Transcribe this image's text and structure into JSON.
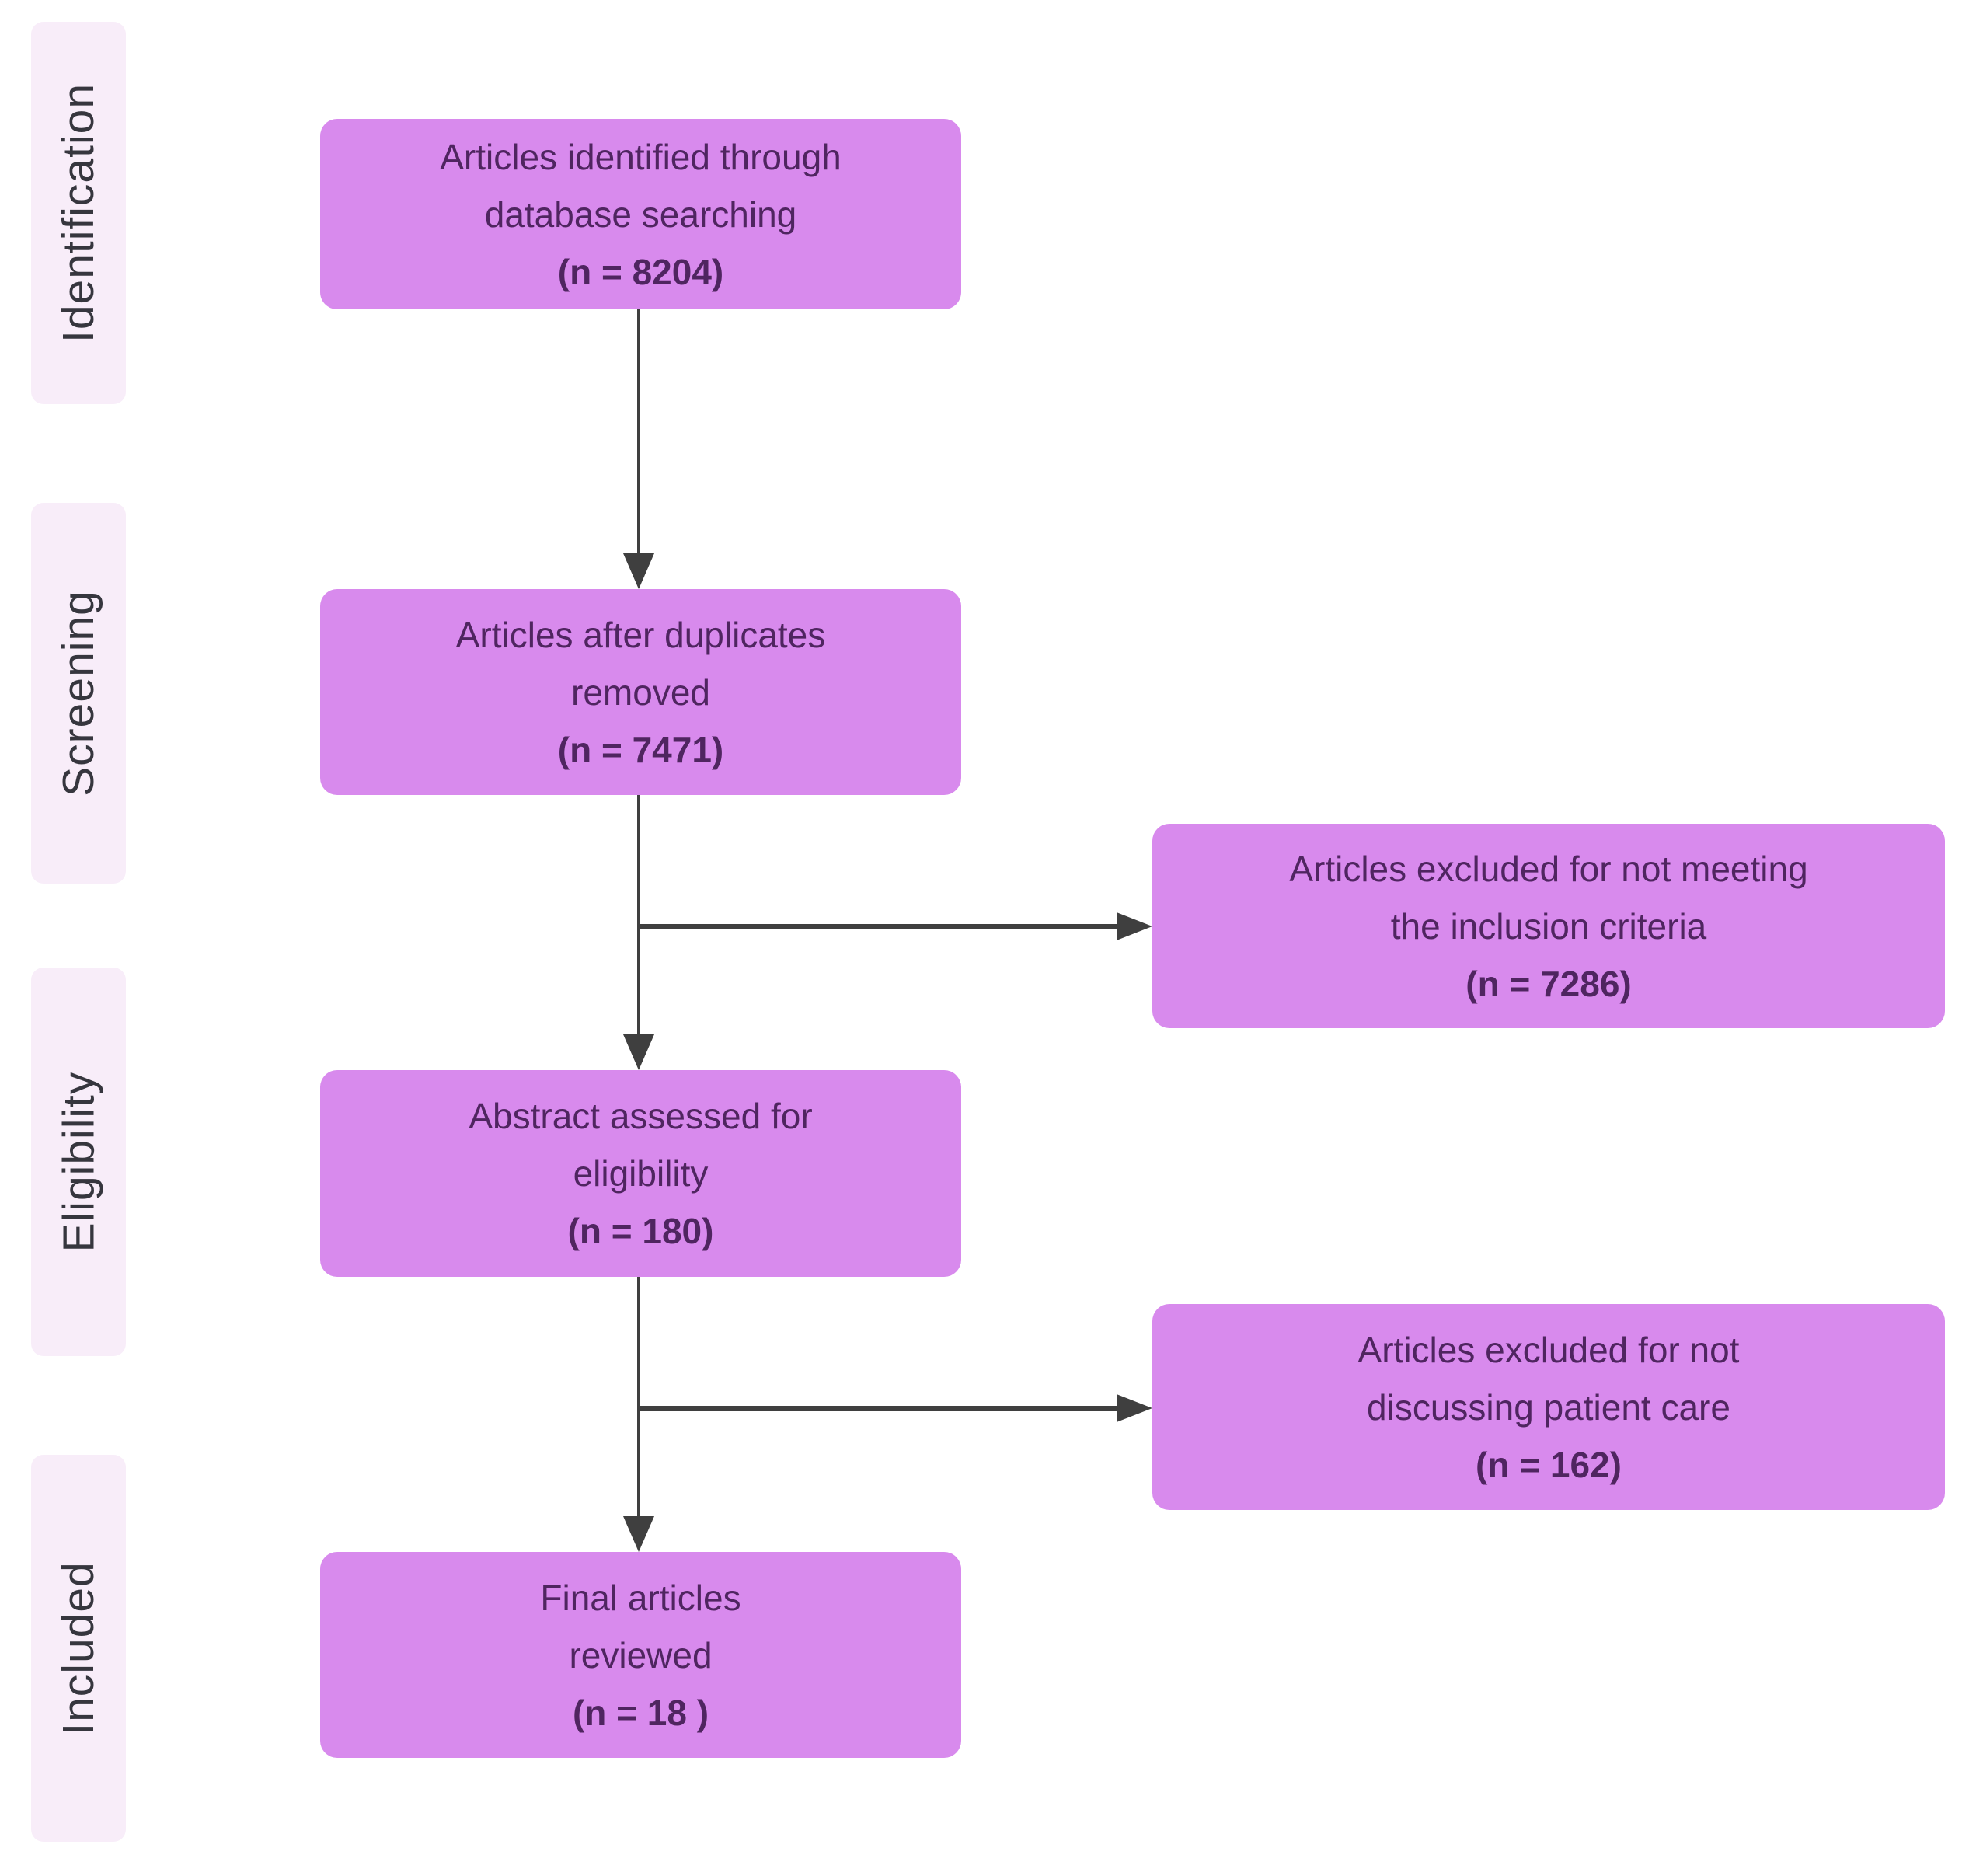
{
  "diagram_type": "prisma-flow",
  "stages": [
    {
      "label": "Identification"
    },
    {
      "label": "Screening"
    },
    {
      "label": "Eligibility"
    },
    {
      "label": "Included"
    }
  ],
  "flow_boxes": [
    {
      "line1": "Articles identified through",
      "line2": "database searching",
      "n": "(n = 8204)"
    },
    {
      "line1": "Articles after duplicates",
      "line2": "removed",
      "n": "(n = 7471)"
    },
    {
      "line1": "Abstract assessed for",
      "line2": "eligibility",
      "n": "(n = 180)"
    },
    {
      "line1": "Final articles",
      "line2": "reviewed",
      "n": "(n = 18 )"
    }
  ],
  "exclusion_boxes": [
    {
      "line1": "Articles excluded for not meeting",
      "line2": "the inclusion criteria",
      "n": "(n = 7286)"
    },
    {
      "line1": "Articles excluded for not",
      "line2": "discussing patient care",
      "n": "(n = 162)"
    }
  ],
  "colors": {
    "background": "#ffffff",
    "box_fill": "#d88aed",
    "box_text": "#4f2560",
    "stage_fill": "#f8edf9",
    "stage_text": "#36363e",
    "arrow": "#3f3f3f"
  }
}
